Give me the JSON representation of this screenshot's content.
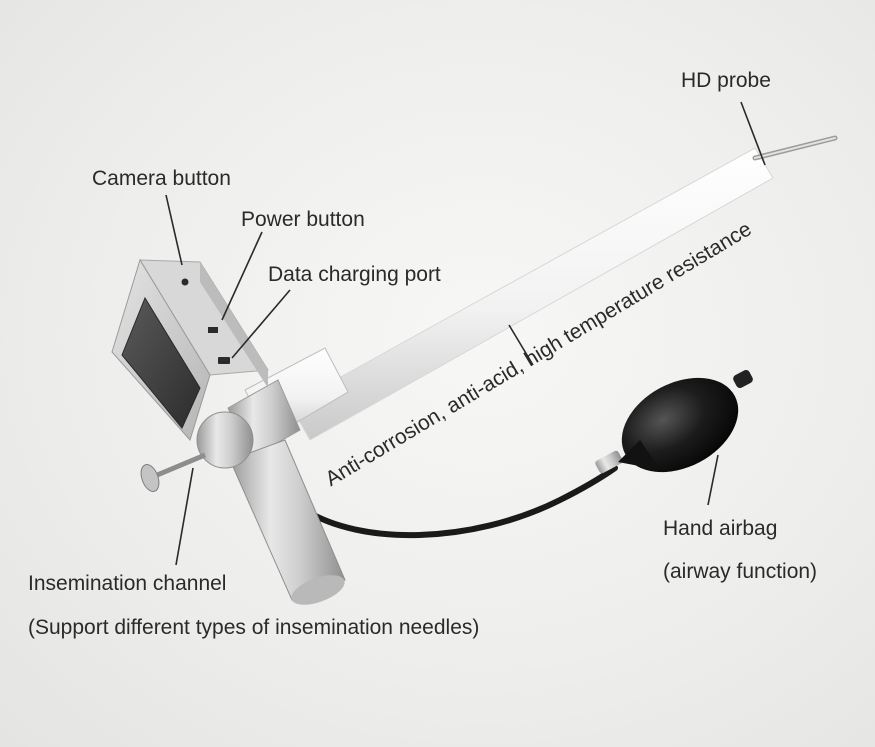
{
  "labels": {
    "hd_probe": "HD probe",
    "camera_button": "Camera button",
    "power_button": "Power button",
    "data_charging_port": "Data charging port",
    "resistance": "Anti-corrosion, anti-acid, high temperature resistance",
    "hand_airbag": "Hand airbag",
    "airway_function": "(airway function)",
    "insemination_channel": "Insemination channel",
    "needle_support": "(Support different types of insemination needles)"
  }
}
